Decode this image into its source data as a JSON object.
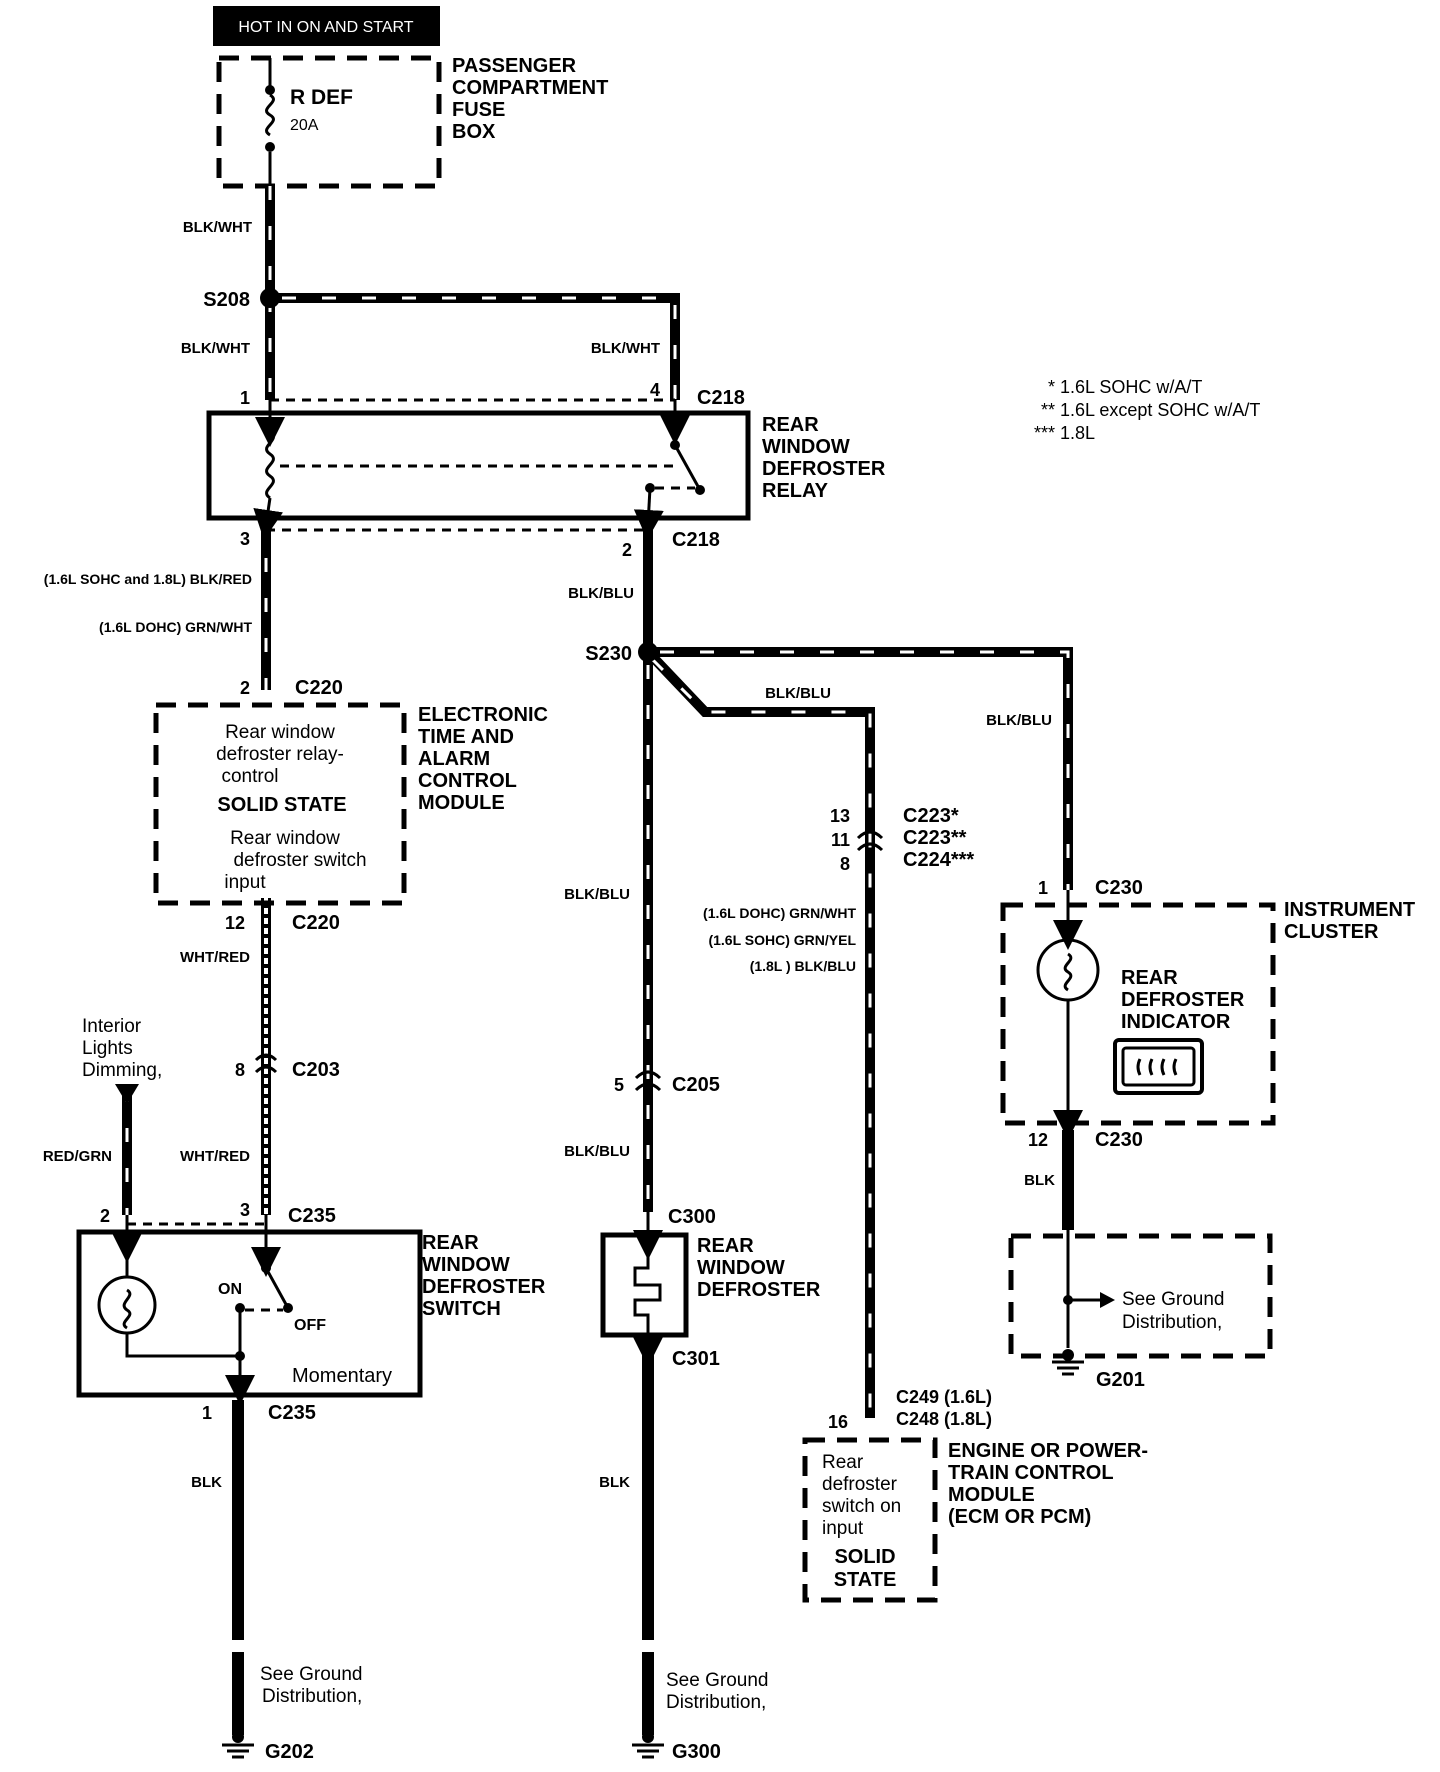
{
  "header_label": "HOT IN ON AND START",
  "fuse_box": {
    "fuse_name": "R DEF",
    "rating": "20A",
    "title": [
      "PASSENGER",
      "COMPARTMENT",
      "FUSE",
      "BOX"
    ]
  },
  "legend": [
    "* 1.6L SOHC w/A/T",
    "** 1.6L except SOHC w/A/T",
    "*** 1.8L"
  ],
  "wires": {
    "blk_wht": "BLK/WHT",
    "blk_red": "(1.6L SOHC and 1.8L) BLK/RED",
    "grn_wht_dohc": "(1.6L DOHC) GRN/WHT",
    "blk_blu": "BLK/BLU",
    "wht_red": "WHT/RED",
    "red_grn": "RED/GRN",
    "blk": "BLK",
    "ecm_dohc": "(1.6L DOHC) GRN/WHT",
    "ecm_sohc": "(1.6L SOHC) GRN/YEL",
    "ecm_18": "(1.8L ) BLK/BLU"
  },
  "splices": {
    "s208": "S208",
    "s230": "S230"
  },
  "connectors": {
    "c218": "C218",
    "c220": "C220",
    "c203": "C203",
    "c235": "C235",
    "c205": "C205",
    "c300": "C300",
    "c301": "C301",
    "c223a": "C223*",
    "c223b": "C223**",
    "c224": "C224***",
    "c230": "C230",
    "c249": "C249 (1.6L)",
    "c248": "C248 (1.8L)"
  },
  "pins": {
    "relay_1": "1",
    "relay_4": "4",
    "relay_3": "3",
    "relay_2": "2",
    "etacm_2": "2",
    "etacm_12": "12",
    "c203_8": "8",
    "sw_2": "2",
    "sw_3": "3",
    "sw_1": "1",
    "c205_5": "5",
    "ecm_13": "13",
    "ecm_11": "11",
    "ecm_8": "8",
    "ecm_16": "16",
    "ic_1": "1",
    "ic_12": "12"
  },
  "components": {
    "relay": [
      "REAR",
      "WINDOW",
      "DEFROSTER",
      "RELAY"
    ],
    "etacm_title": [
      "ELECTRONIC",
      "TIME AND",
      "ALARM",
      "CONTROL",
      "MODULE"
    ],
    "etacm_inner1": [
      "Rear window",
      "defroster relay-",
      "control"
    ],
    "etacm_solid": "SOLID STATE",
    "etacm_inner2": [
      "Rear window",
      "defroster switch",
      "input"
    ],
    "dimming": [
      "Interior",
      "Lights",
      "Dimming,"
    ],
    "switch_title": [
      "REAR",
      "WINDOW",
      "DEFROSTER",
      "SWITCH"
    ],
    "switch_on": "ON",
    "switch_off": "OFF",
    "switch_momentary": "Momentary",
    "defroster": [
      "REAR",
      "WINDOW",
      "DEFROSTER"
    ],
    "ecm_title": [
      "ENGINE OR POWER-",
      "TRAIN CONTROL",
      "MODULE",
      "(ECM OR PCM)"
    ],
    "ecm_inner": [
      "Rear",
      "defroster",
      "switch on",
      "input"
    ],
    "ecm_solid": [
      "SOLID",
      "STATE"
    ],
    "ic_title": [
      "INSTRUMENT",
      "CLUSTER"
    ],
    "indicator": [
      "REAR",
      "DEFROSTER",
      "INDICATOR"
    ],
    "see_ground": [
      "See Ground",
      "Distribution,"
    ]
  },
  "grounds": {
    "g202": "G202",
    "g300": "G300",
    "g201": "G201"
  }
}
